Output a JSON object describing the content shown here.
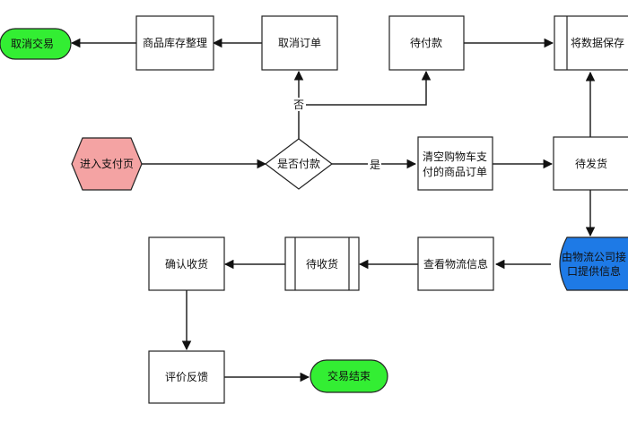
{
  "nodes": {
    "cancel_trade": "取消交易",
    "inventory": "商品库存整理",
    "cancel_order": "取消订单",
    "pending_payment": "待付款",
    "save_data": "将数据保存",
    "enter_pay": "进入支付页",
    "paid_decision": "是否付款",
    "clear_cart": [
      "清空购物车支",
      "付的商品订单"
    ],
    "pending_ship": "待发货",
    "logistics": [
      "由物流公司接",
      "口提供信息"
    ],
    "view_logistics": "查看物流信息",
    "pending_receive": "待收货",
    "confirm_receive": "确认收货",
    "review": "评价反馈",
    "trade_end": "交易结束"
  },
  "edges": {
    "no_label": "否",
    "yes_label": "是"
  },
  "colors": {
    "stroke": "#222222",
    "green_terminal": "#33ee33",
    "pink_hexagon": "#f4a3a3",
    "blue_database": "#1e7ae6",
    "box_fill": "#ffffff"
  }
}
